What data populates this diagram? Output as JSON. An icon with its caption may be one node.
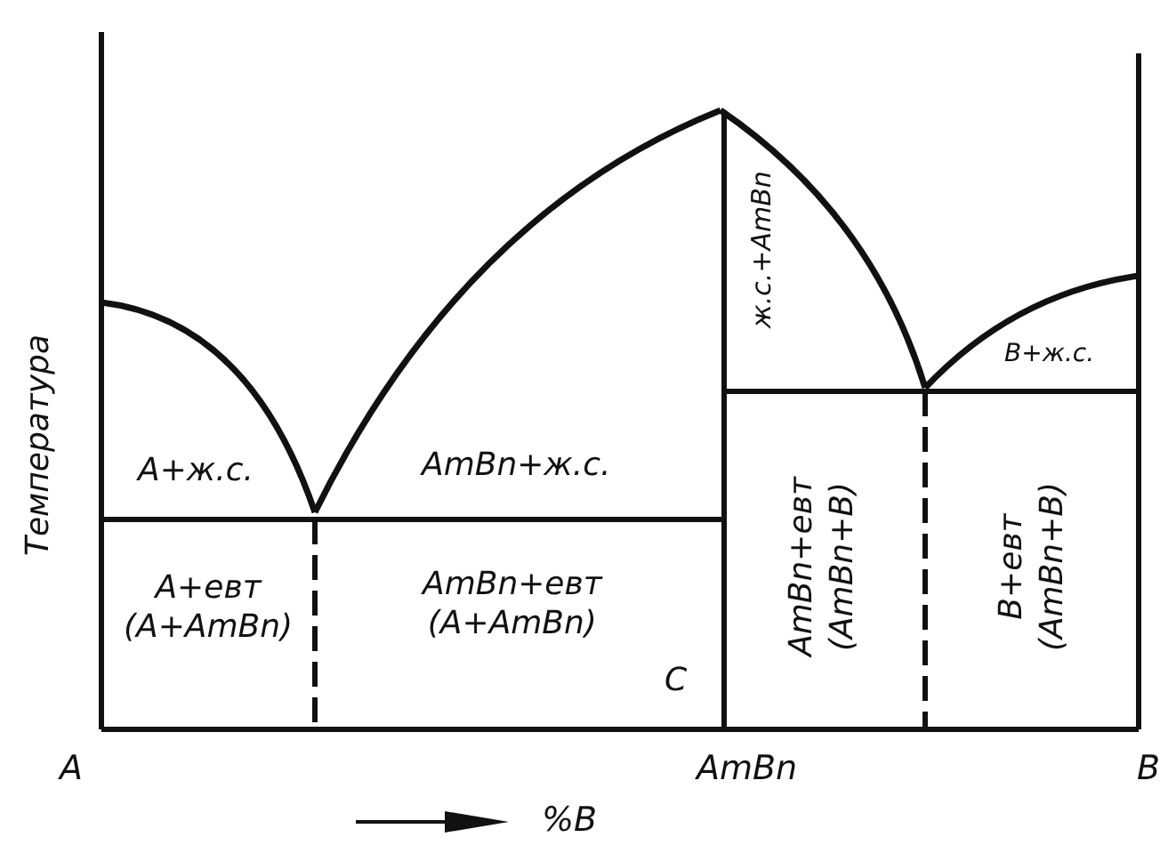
{
  "diagram": {
    "labels": [
      "Температура",
      "A+ж.с.",
      "AmBn+ж.с.",
      "ж.с.+AmBn",
      "B+ж.с.",
      "A+евт (A+AmBn)",
      "AmBn+евт (A+AmBn)",
      "C",
      "AmBn+евт (AmBn+B)",
      "B+евт (AmBn+B)",
      "A",
      "AmBn",
      "B",
      "%B"
    ]
  }
}
